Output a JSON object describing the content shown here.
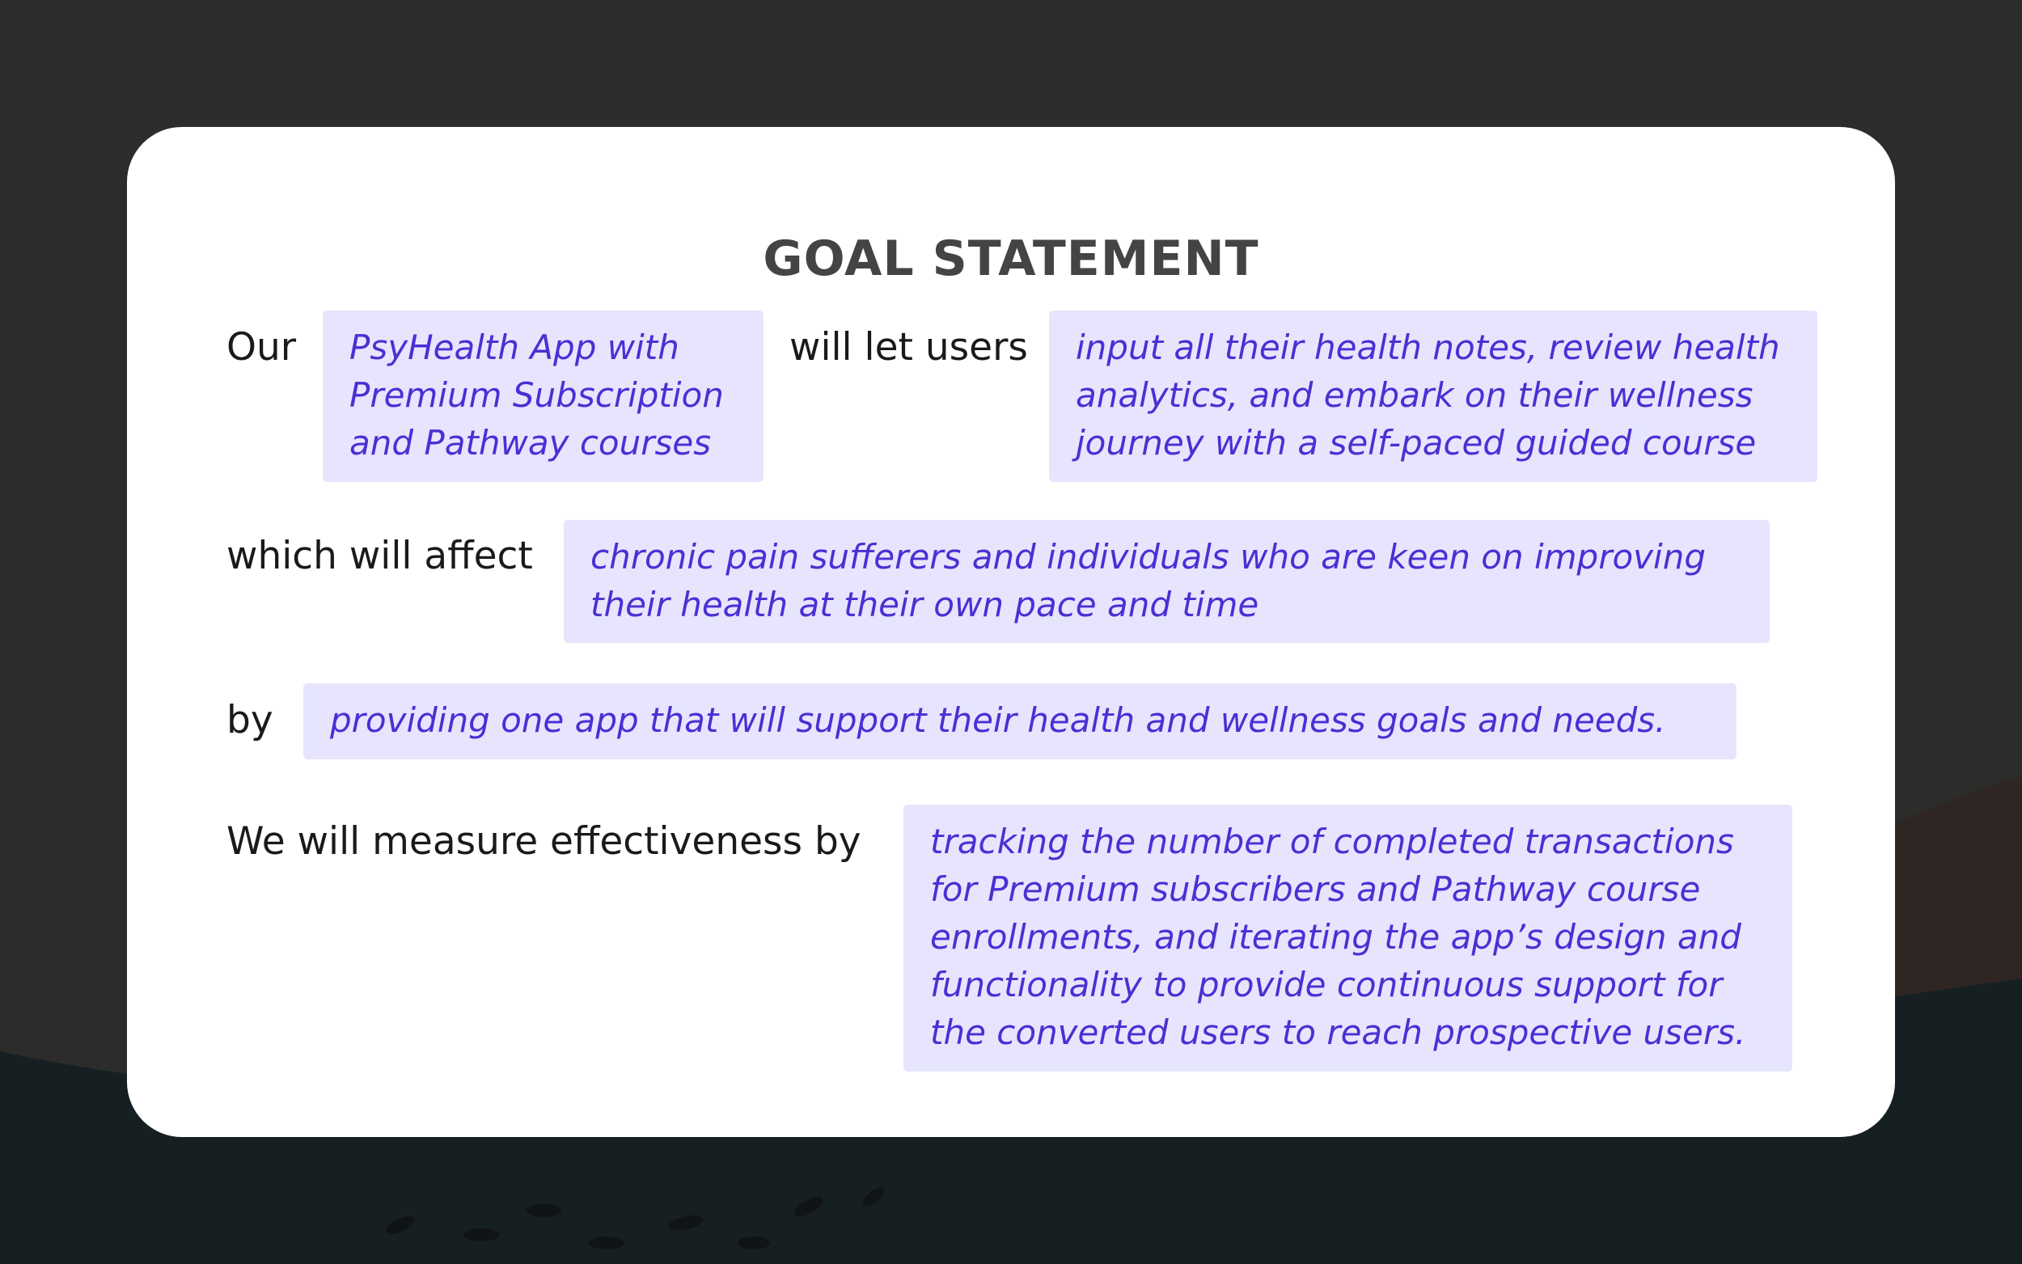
{
  "colors": {
    "background": "#2c2c2b",
    "card": "#ffffff",
    "title": "#444444",
    "label": "#1a1a1a",
    "highlight_bg": "#e6e5fd",
    "highlight_text": "#4b2fd4"
  },
  "title": "GOAL STATEMENT",
  "rows": {
    "our_label": "Our",
    "product": "PsyHealth App with\nPremium Subscription\nand Pathway courses",
    "let_users_label": "will let users",
    "action": "input all their health notes, review health\nanalytics, and embark on their wellness\njourney with a self-paced guided course",
    "affect_label": "which will affect",
    "audience": "chronic pain sufferers and individuals who are keen on improving\ntheir health at their own pace and time",
    "by_label": "by",
    "approach": "providing one app that will support their health and wellness goals and needs.",
    "measure_label": "We will measure effectiveness by",
    "metrics": "tracking the number of completed transactions\nfor Premium subscribers and Pathway course\nenrollments, and iterating the app’s design and\nfunctionality to provide continuous support for\nthe converted users to reach prospective users."
  }
}
